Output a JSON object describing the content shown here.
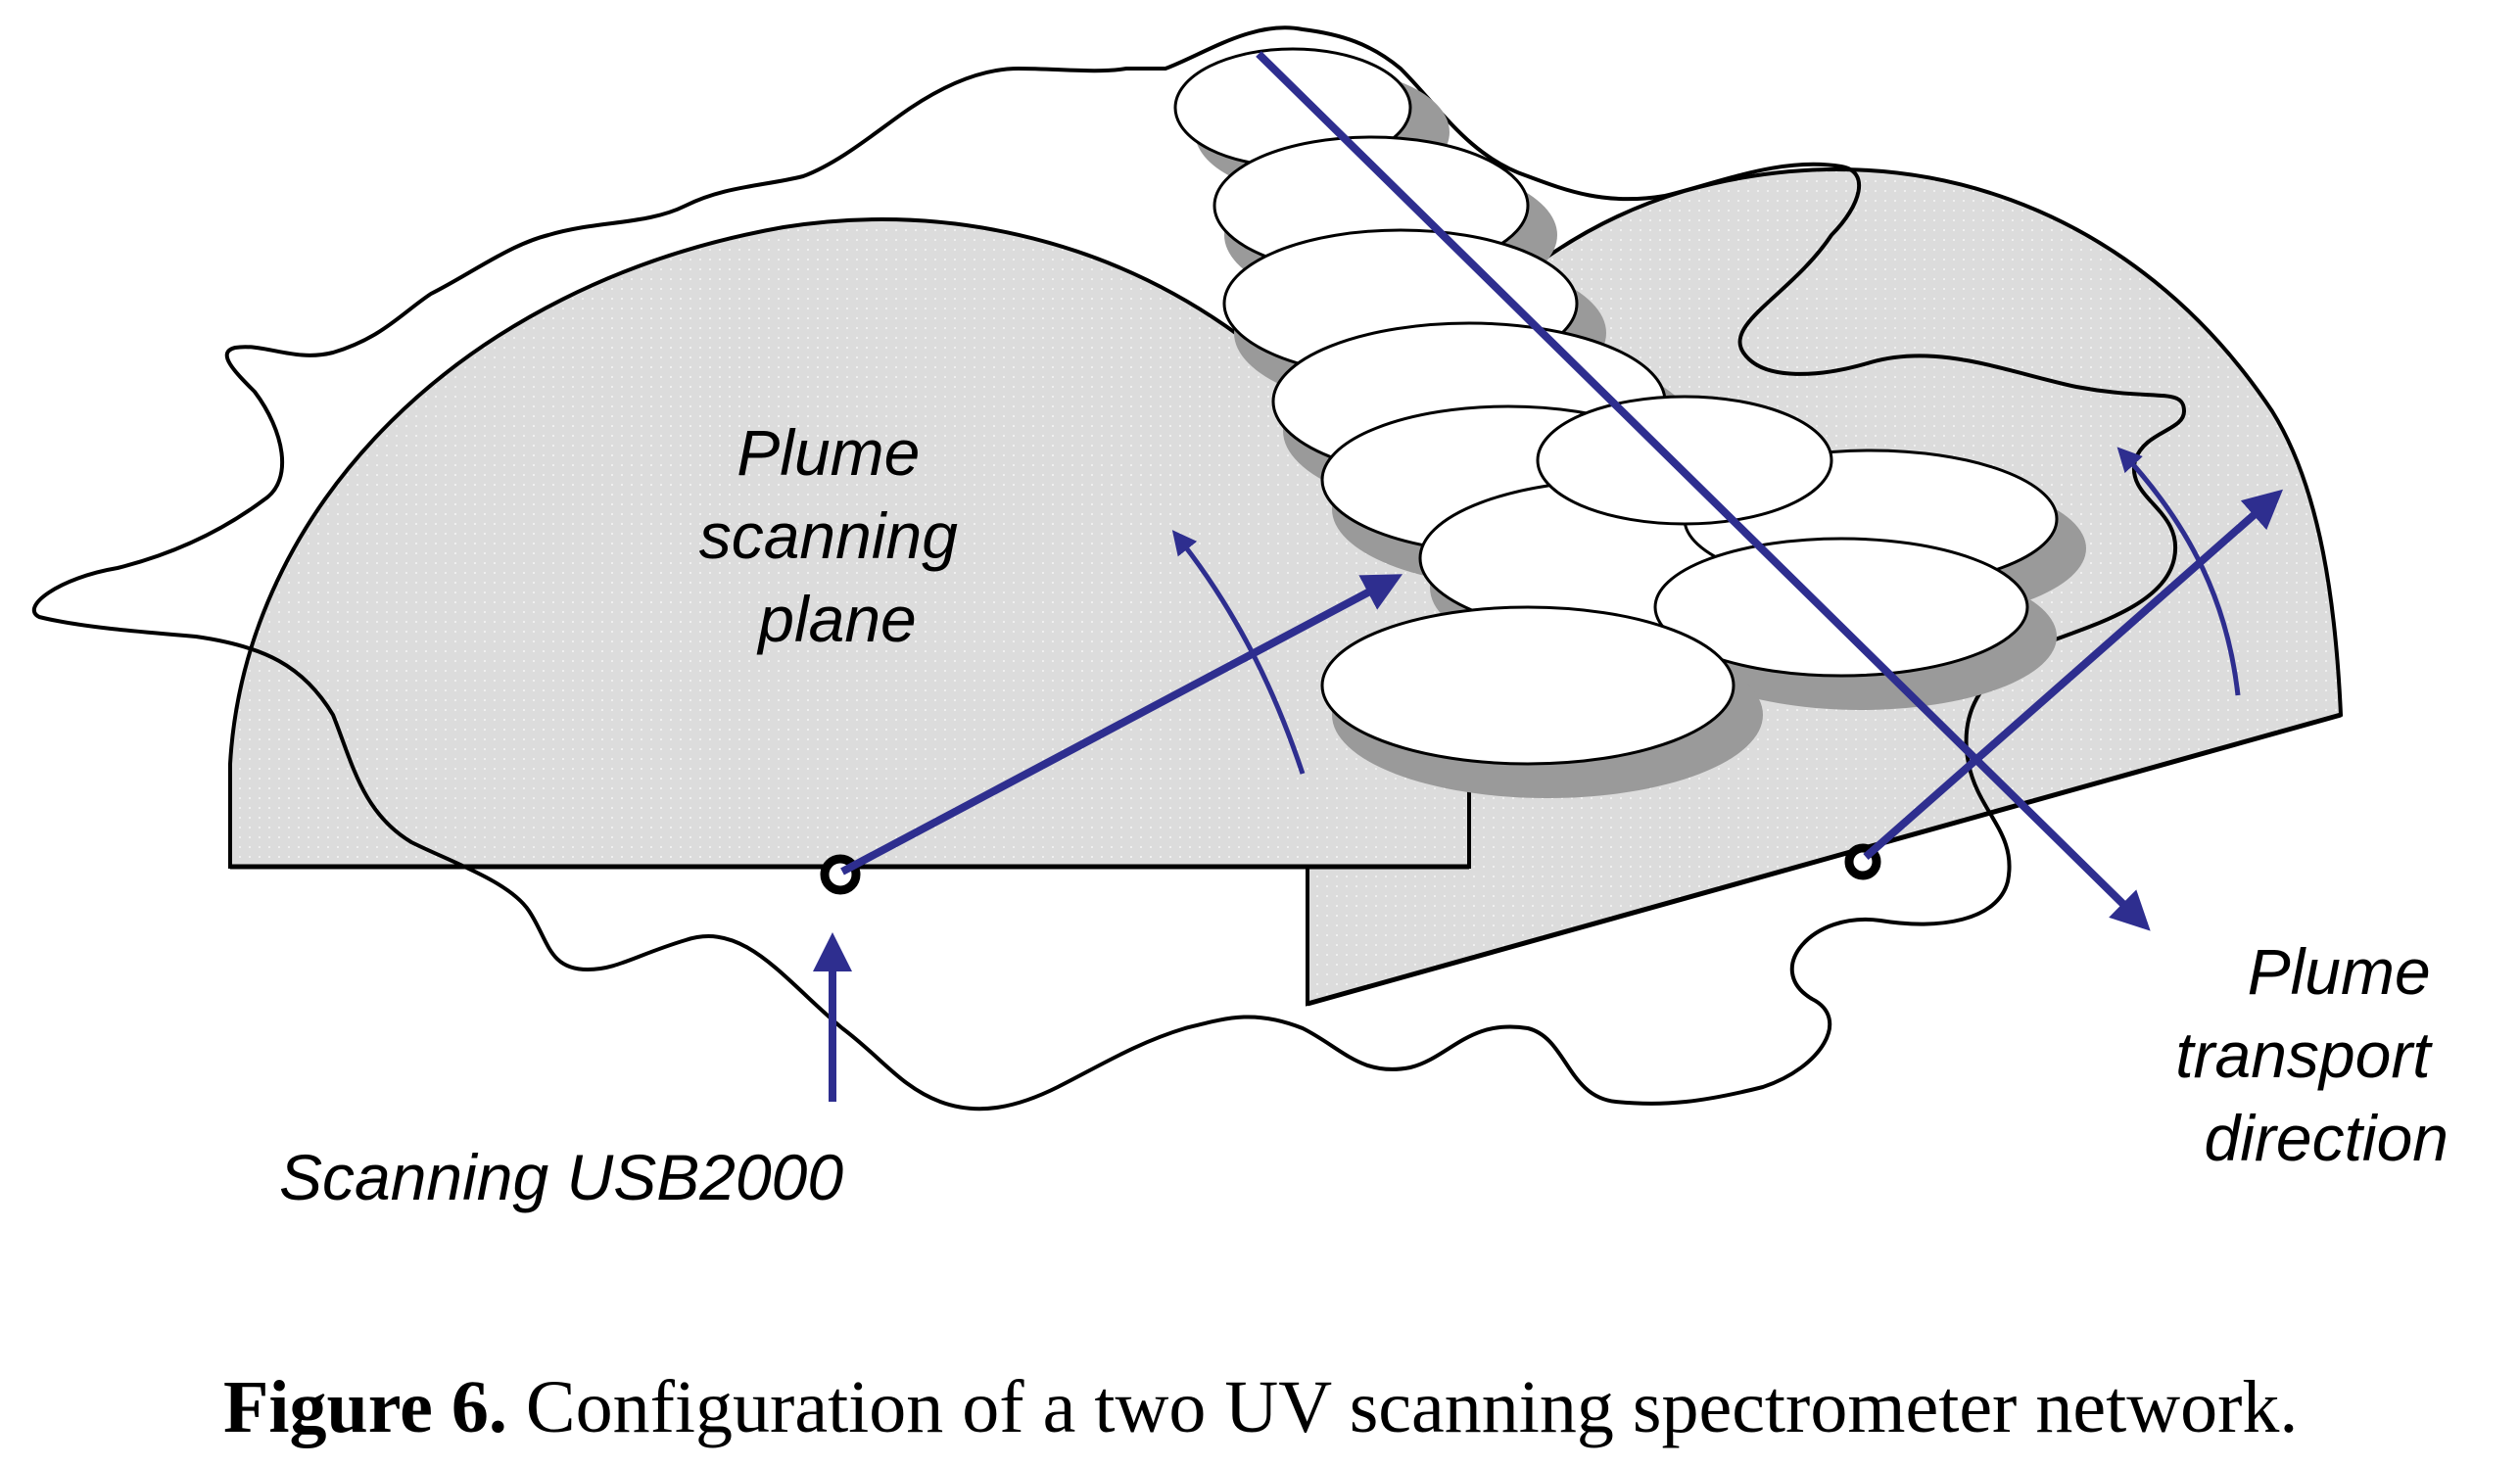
{
  "labels": {
    "plume_scanning_plane": [
      "Plume",
      "scanning",
      "plane"
    ],
    "plume_transport_direction": [
      "Plume",
      "transport",
      "direction"
    ],
    "scanning_instrument": "Scanning USB2000"
  },
  "caption": {
    "figure_number": "Figure 6.",
    "text": " Configuration of a two UV scanning spectrometer network."
  },
  "colors": {
    "arrow": "#2e2e8f",
    "scan_plane_fill": "#dcdcdc",
    "cloud_fill": "#ffffff",
    "cloud_shadow": "#9a9a9a",
    "outline": "#000000"
  }
}
